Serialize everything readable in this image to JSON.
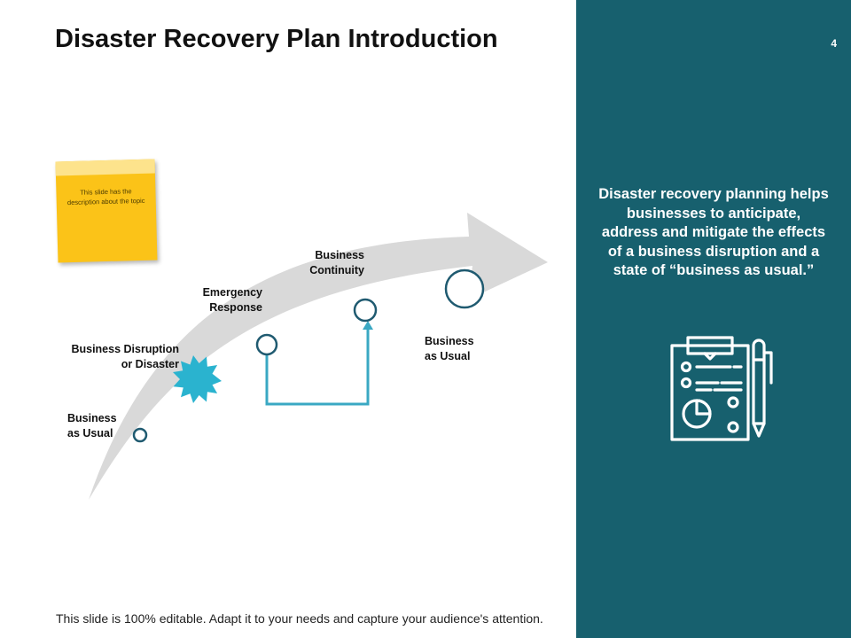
{
  "slide": {
    "title": "Disaster Recovery Plan Introduction",
    "page_number": "4",
    "footer": "This slide is 100% editable. Adapt it to your needs and capture your audience's attention."
  },
  "sticky_note": {
    "text": "This slide has the description about the topic"
  },
  "stages": [
    {
      "line1": "Business",
      "line2": "as Usual"
    },
    {
      "line1": "Business Disruption",
      "line2": "or Disaster"
    },
    {
      "line1": "Emergency",
      "line2": "Response"
    },
    {
      "line1": "Business",
      "line2": "Continuity"
    },
    {
      "line1": "Business",
      "line2": "as Usual"
    }
  ],
  "panel": {
    "description": "Disaster recovery planning helps businesses to anticipate, address and mitigate the effects of a business disruption and a state of “business as usual.”",
    "icon": "clipboard-pen-chart-icon"
  },
  "colors": {
    "panel_bg": "#17606e",
    "arrow": "#d9d9d9",
    "marker_stroke": "#1f5a70",
    "burst": "#2ab3cf",
    "connector": "#3aa8c3",
    "sticky": "#fbc318"
  }
}
